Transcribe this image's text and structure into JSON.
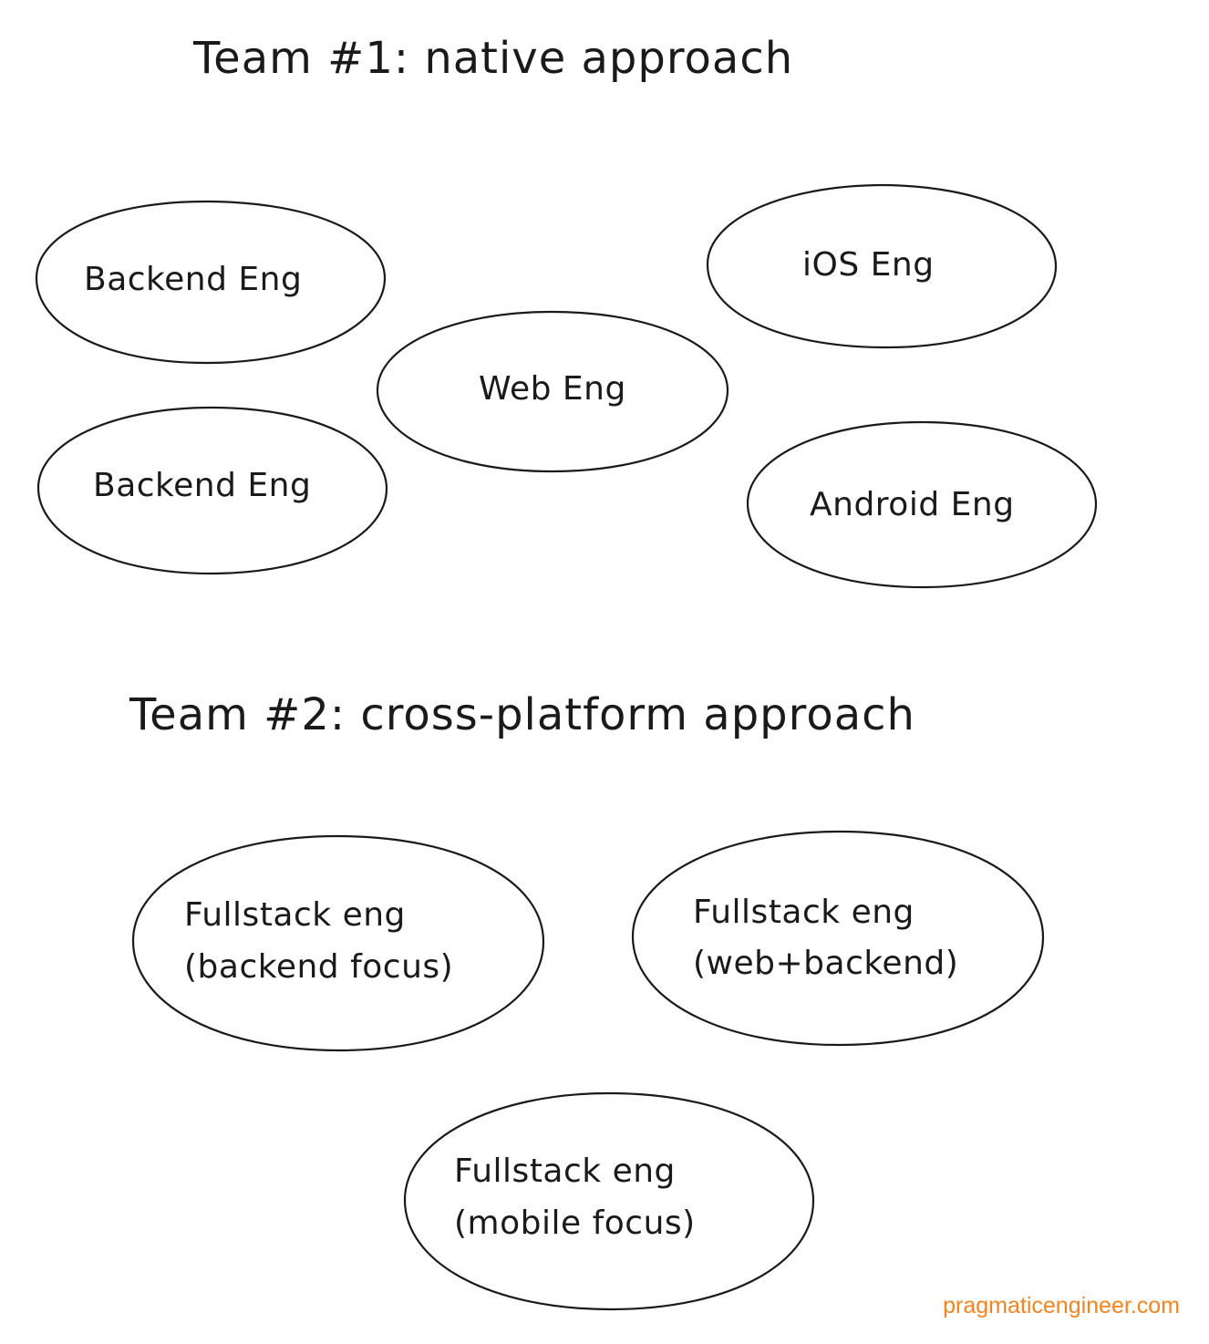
{
  "team1": {
    "title": "Team #1: native approach",
    "nodes": [
      {
        "label": "Backend Eng"
      },
      {
        "label": "iOS Eng"
      },
      {
        "label": "Web Eng"
      },
      {
        "label": "Backend Eng"
      },
      {
        "label": "Android Eng"
      }
    ]
  },
  "team2": {
    "title": "Team #2: cross-platform approach",
    "nodes": [
      {
        "line1": "Fullstack eng",
        "line2": "(backend focus)"
      },
      {
        "line1": "Fullstack eng",
        "line2": "(web+backend)"
      },
      {
        "line1": "Fullstack eng",
        "line2": "(mobile focus)"
      }
    ]
  },
  "watermark": "pragmaticengineer.com",
  "colors": {
    "ink": "#1a1a1a",
    "watermark": "#f5841f",
    "background": "#ffffff"
  }
}
